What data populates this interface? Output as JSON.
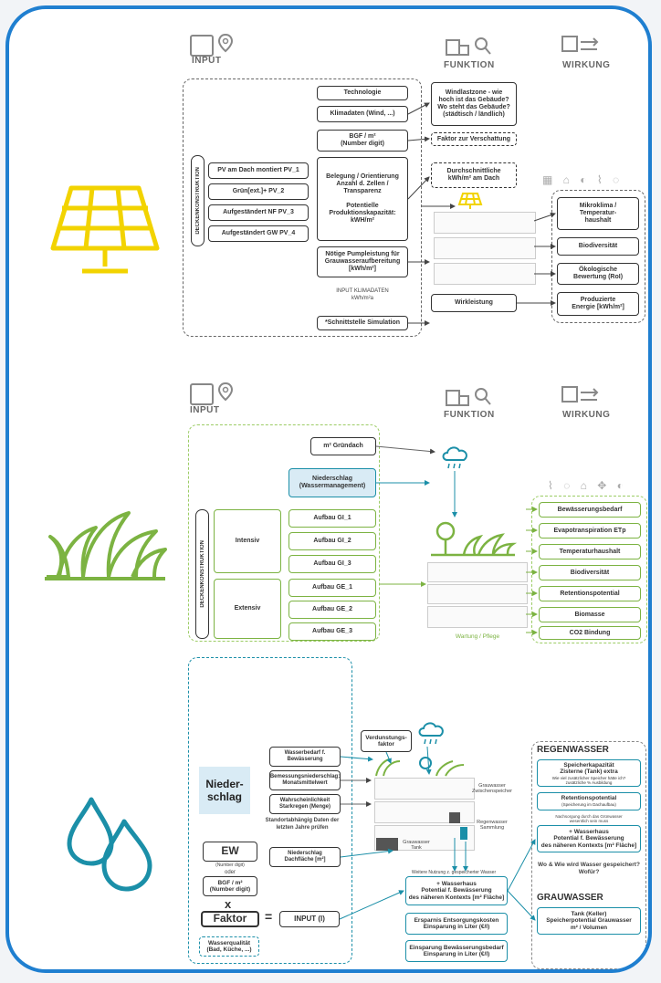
{
  "colors": {
    "frame": "#1f7fd0",
    "solar": "#f2d300",
    "green": "#7cb342",
    "water": "#1b8fa8"
  },
  "headers": {
    "input": "INPUT",
    "funktion": "FUNKTION",
    "wirkung": "WIRKUNG"
  },
  "solar": {
    "vertical_label": "DECKENKONSTRUKTION",
    "left_boxes": [
      "PV am Dach montiert PV_1",
      "Grün[ext.]+ PV_2",
      "Aufgeständert NF PV_3",
      "Aufgeständert GW PV_4"
    ],
    "technologie": "Technologie",
    "klimadaten": "Klimadaten (Wind, ...)",
    "bgf": "BGF / m²\n(Number digit)",
    "belegung": "Belegung / Orientierung\nAnzahl d. Zellen /\nTransparenz\n\nPotentielle\nProduktionskapazität:\nkWH/m²",
    "pumpleistung": "Nötige Pumpleistung für\nGrauwasseraufbereitung\n[kWh/m²]",
    "input_klimadaten": "INPUT KLIMADATEN\nkWh/m²a",
    "schnittstelle": "*Schnittstelle Simulation",
    "windlast": "Windlastzone - wie\nhoch ist das Gebäude?\nWo steht das Gebäude?\n(städtisch / ländlich)",
    "faktor": "Faktor zur Verschattung",
    "durchschnitt": "Durchschnittliche\nkWh/m² am Dach",
    "wirkleistung": "Wirkleistung",
    "effects": [
      "Mikroklima /\nTemperatur-\nhaushalt",
      "Biodiversität",
      "Ökologische\nBewertung (RoI)",
      "Produzierte\nEnergie [kWh/m²]"
    ]
  },
  "green": {
    "vertical_label": "DECKENKONSTRUKTION",
    "gruendach": "m² Gründach",
    "niederschlag": "Niederschlag\n(Wassermanagement)",
    "intensiv": "Intensiv",
    "extensiv": "Extensiv",
    "gi": [
      "Aufbau GI_1",
      "Aufbau GI_2",
      "Aufbau GI_3"
    ],
    "ge": [
      "Aufbau GE_1",
      "Aufbau GE_2",
      "Aufbau GE_3"
    ],
    "wartung": "Wartung / Pflege",
    "effects": [
      "Bewässerungsbedarf",
      "Evapotranspiration ETp",
      "Temperaturhaushalt",
      "Biodiversität",
      "Retentionspotential",
      "Biomasse",
      "CO2 Bindung"
    ]
  },
  "water": {
    "niederschlag": "Nieder-\nschlag",
    "standort": "Standortabhängig Daten der\nletzten Jahre prüfen",
    "wasserbedarf": "Wasserbedarf f.\nBewässerung",
    "bemessung": "Bemessungsniederschlag:\nMonatsmittelwert",
    "wahrscheinlich": "Wahrscheinlichkeit\nStarkregen (Menge)",
    "niederschlag_dach": "Niederschlag\nDachfläche [m²]",
    "verdunstung": "Verdunstungs-\nfaktor",
    "ew": "EW",
    "ew_sub": "(Number digit)",
    "oder": "oder",
    "bgf": "BGF / m²\n(Number digit)",
    "x": "x",
    "faktor": "Faktor",
    "eq": "=",
    "input": "INPUT (I)",
    "wasserqualitaet": "Wasserqualität\n(Bad, Küche, ...)",
    "grauwasser_tank": "Grauwasser\nTank",
    "zwischenspeicher": "Grauwasser\nZwischenspeicher",
    "regenwasser_sammlung": "Regenwasser\nSammlung",
    "bedarf_note": "Weitere Nutzung z. gespeicherter Wasser",
    "wasserhaus": "+ Wasserhaus\nPotential f. Bewässerung\ndes näheren Kontexts [m² Fläche]",
    "ersparnis": "Ersparnis Entsorgungskosten\nEinsparung in Liter (€/l)",
    "einsparung": "Einsparung Bewässerungsbedarf\nEinsparung in Liter (€/l)",
    "regenwasser_title": "REGENWASSER",
    "speicher": "Speicherkapazität\nZisterne (Tank) extra",
    "speicher_note": "Wie viel zusätzlicher Speicher hätte ich?\nzusätzliche % Ausbildung",
    "retention": "Retentionspotential",
    "retention_note": "(Speicherung im Dachaufbau)",
    "bemerkung": "Nachsorgung durch das Grünwasser\nwesentlich sein muss",
    "wasserhaus2": "+ Wasserhaus\nPotential f. Bewässerung\ndes näheren Kontexts [m² Fläche]",
    "wo_wie": "Wo & Wie wird Wasser gespeichert?\nWofür?",
    "grauwasser_title": "GRAUWASSER",
    "tank": "Tank (Keller)\nSpeicherpotential Grauwasser\nm² / Volumen"
  }
}
